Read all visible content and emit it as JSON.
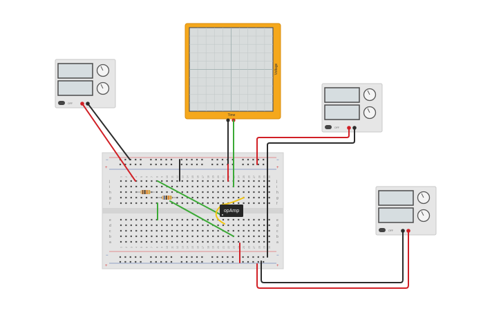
{
  "oscilloscope": {
    "x_label": "Time",
    "y_label": "Voltage"
  },
  "chip": {
    "label": "opAmp"
  },
  "breadboard": {
    "rows_top": [
      "j",
      "i",
      "h",
      "g",
      "f"
    ],
    "rows_bottom": [
      "e",
      "d",
      "c",
      "b",
      "a"
    ],
    "col_labels": [
      "1",
      "2",
      "3",
      "4",
      "5",
      "6",
      "7",
      "8",
      "9",
      "10",
      "11",
      "12",
      "13",
      "14",
      "15",
      "16",
      "17",
      "18",
      "19",
      "20",
      "21",
      "22",
      "23",
      "24",
      "25",
      "26",
      "27",
      "28",
      "29",
      "30"
    ],
    "rail_plus": "+",
    "rail_minus": "−"
  },
  "supplies": [
    {
      "id": "left",
      "button": "OFF"
    },
    {
      "id": "right-top",
      "button": "OFF"
    },
    {
      "id": "right-bottom",
      "button": "OFF"
    }
  ],
  "colors": {
    "scope_frame": "#f5a81c",
    "scope_screen": "#d8dcdc",
    "red_wire": "#d11f25",
    "black_wire": "#2b2b2b",
    "green_wire": "#3aa935",
    "yellow_wire": "#f2c511",
    "rail_red": "#d9393a",
    "rail_blue": "#3a5fa8"
  }
}
